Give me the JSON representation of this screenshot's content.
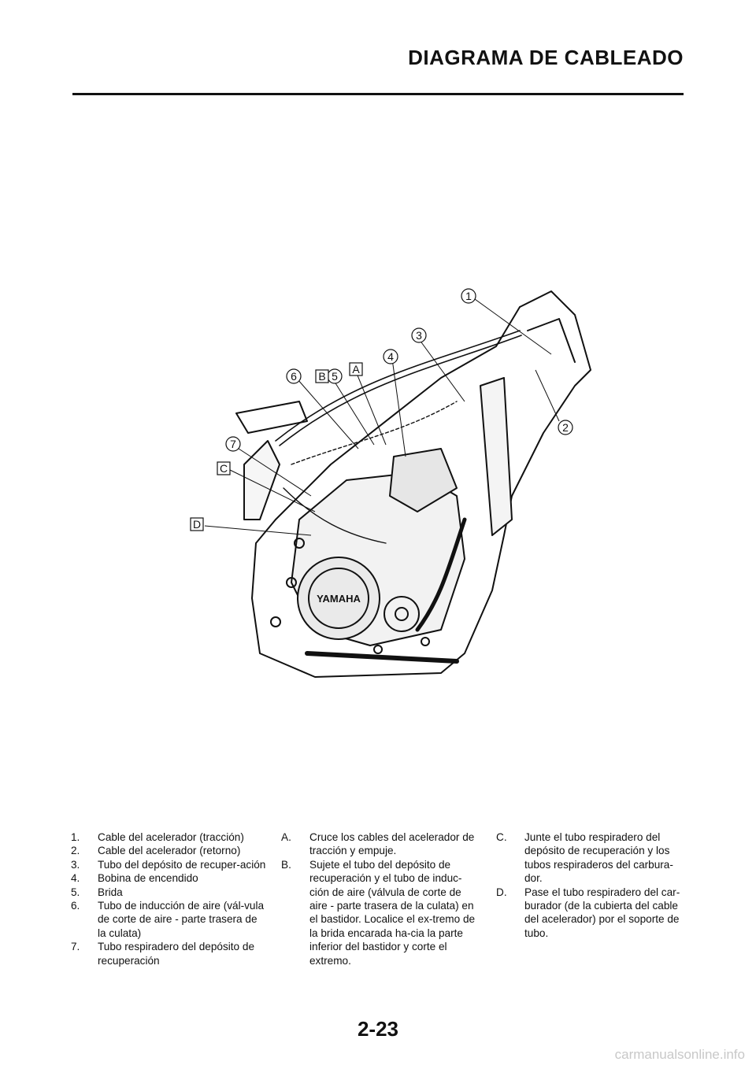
{
  "header": {
    "title": "DIAGRAMA DE CABLEADO"
  },
  "figure": {
    "callouts": [
      "1",
      "2",
      "3",
      "4",
      "5",
      "6",
      "7"
    ],
    "letters": [
      "A",
      "B",
      "C",
      "D"
    ],
    "brand": "YAMAHA"
  },
  "legend_numbers": [
    {
      "num": "1.",
      "text": "Cable del acelerador (tracción)"
    },
    {
      "num": "2.",
      "text": "Cable del acelerador (retorno)"
    },
    {
      "num": "3.",
      "text": "Tubo del depósito de recuper-ación"
    },
    {
      "num": "4.",
      "text": "Bobina de encendido"
    },
    {
      "num": "5.",
      "text": "Brida"
    },
    {
      "num": "6.",
      "text": "Tubo de inducción de aire (vál-vula de corte de aire - parte trasera de la culata)"
    },
    {
      "num": "7.",
      "text": "Tubo respiradero del depósito de recuperación"
    }
  ],
  "legend_letters_col2": [
    {
      "num": "A.",
      "text": "Cruce los cables del acelerador de tracción y empuje."
    },
    {
      "num": "B.",
      "text": "Sujete el tubo del depósito de recuperación y el tubo de induc-ción de aire (válvula de corte de aire - parte trasera de la culata) en el bastidor. Localice el ex-tremo de la brida encarada ha-cia la parte inferior del bastidor y corte el extremo."
    }
  ],
  "legend_letters_col3": [
    {
      "num": "C.",
      "text": "Junte el tubo respiradero del depósito de recuperación y los tubos respiraderos del carbura-dor."
    },
    {
      "num": "D.",
      "text": "Pase el tubo respiradero del car-burador (de la cubierta del cable del acelerador) por el soporte de tubo."
    }
  ],
  "footer": {
    "page_number": "2-23",
    "watermark": "carmanualsonline.info"
  }
}
